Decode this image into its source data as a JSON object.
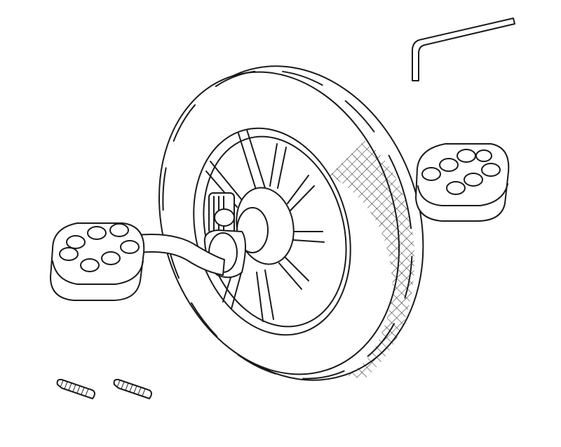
{
  "diagram": {
    "colors": {
      "line": "#1a1a1a",
      "background": "#ffffff"
    },
    "parts": [
      {
        "name": "wheel",
        "icon": "wheel-icon"
      },
      {
        "name": "left-pedal",
        "icon": "pedal-icon"
      },
      {
        "name": "right-pedal",
        "icon": "pedal-icon"
      },
      {
        "name": "allen-key",
        "icon": "hex-key-icon"
      },
      {
        "name": "set-screw",
        "icon": "screw-icon",
        "count": 2
      }
    ]
  }
}
